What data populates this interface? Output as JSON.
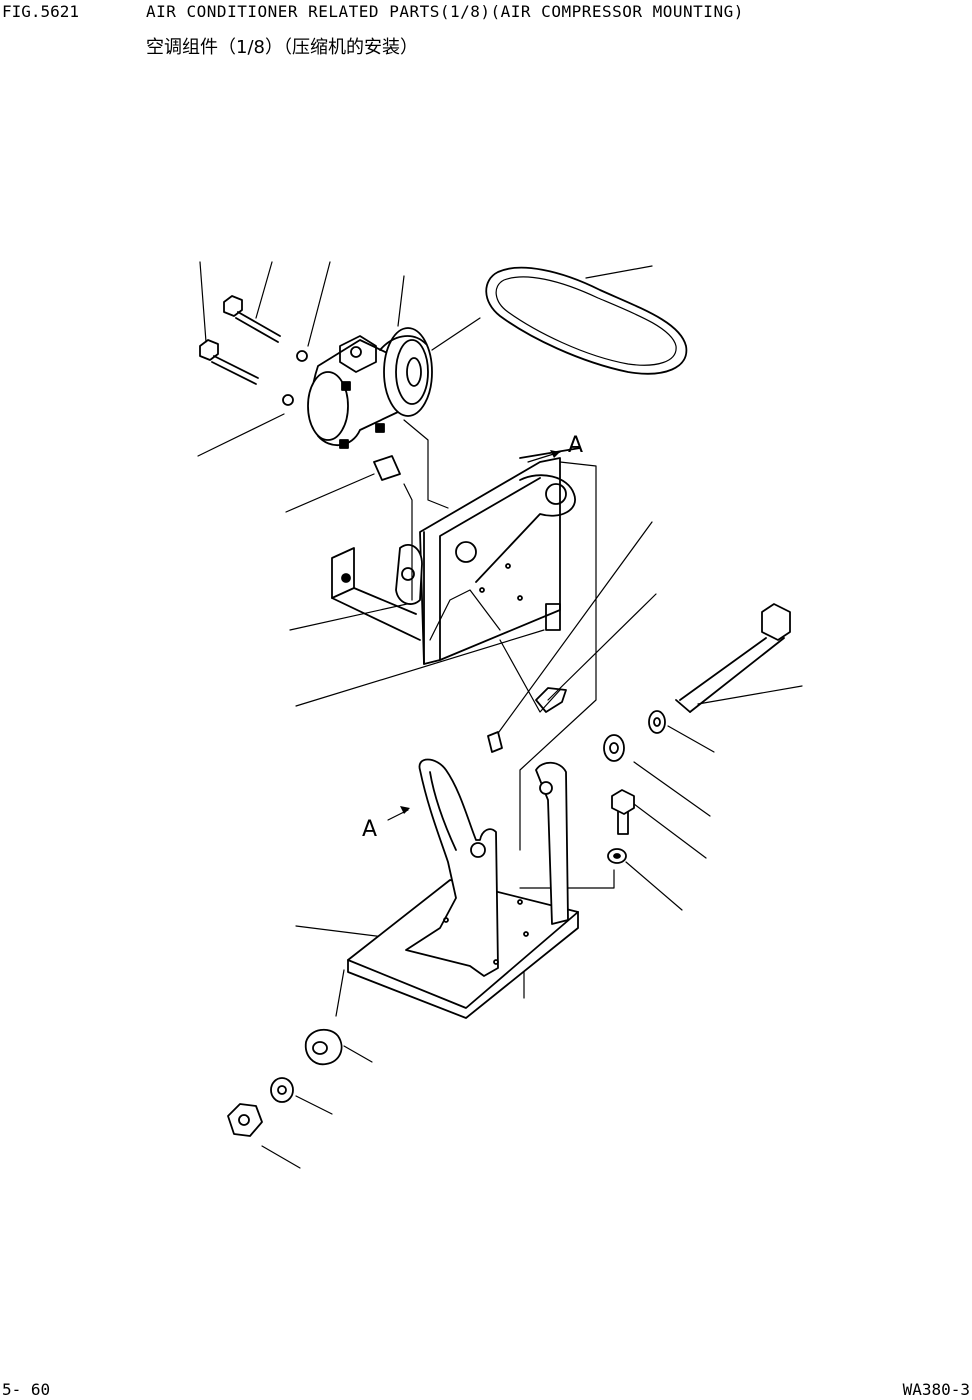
{
  "header": {
    "fig_number": "FIG.5621",
    "title_en": "AIR CONDITIONER RELATED PARTS(1/8)(AIR COMPRESSOR MOUNTING)",
    "title_zh": "空调组件（1/8）（压缩机的安装）"
  },
  "diagram": {
    "view_label_top": "A",
    "view_label_side": "A"
  },
  "footer": {
    "page_number": "5- 60",
    "model_code": "WA380-3"
  }
}
